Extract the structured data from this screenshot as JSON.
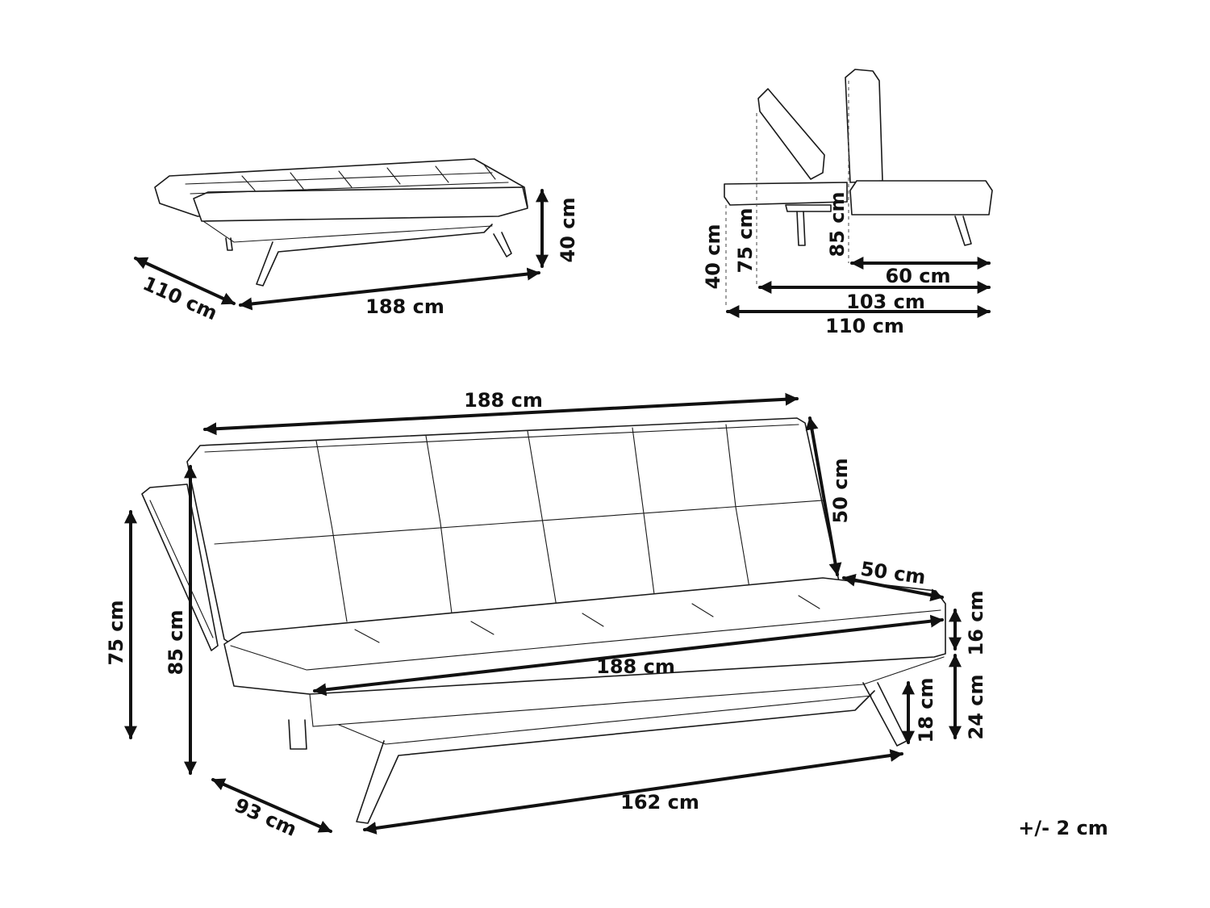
{
  "colors": {
    "ink": "#111111",
    "background": "#ffffff"
  },
  "top_left_view": {
    "length": "188 cm",
    "depth": "110 cm",
    "height": "40 cm"
  },
  "top_right_view": {
    "height_40": "40 cm",
    "height_75": "75 cm",
    "height_85": "85 cm",
    "width_60": "60 cm",
    "width_103": "103 cm",
    "width_110": "110 cm"
  },
  "main_view": {
    "back_length": "188 cm",
    "back_height": "50 cm",
    "seat_depth": "50 cm",
    "seat_length": "188 cm",
    "cushion": "16 cm",
    "base": "24 cm",
    "leg": "18 cm",
    "height_85": "85 cm",
    "height_75": "75 cm",
    "depth": "93 cm",
    "leg_span": "162 cm"
  },
  "tolerance": "+/- 2 cm"
}
